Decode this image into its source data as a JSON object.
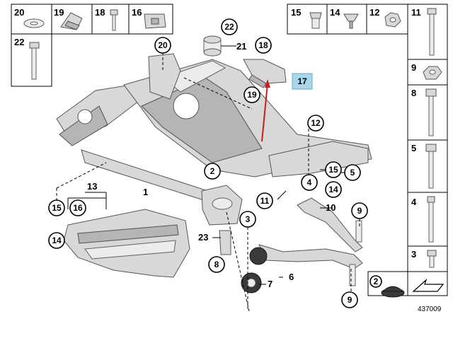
{
  "diagram_number": "437009",
  "top_strip_parts": [
    "20",
    "19",
    "18",
    "16"
  ],
  "top_right_strip_parts": [
    "15",
    "14",
    "12",
    "11"
  ],
  "right_column_parts": [
    "9",
    "8",
    "5",
    "4",
    "3"
  ],
  "left_box_part": "22",
  "bottom_right_part": "2",
  "highlighted_part": "17",
  "callouts": [
    "22",
    "21",
    "20",
    "18",
    "19",
    "12",
    "2",
    "15",
    "5",
    "13",
    "1",
    "4",
    "14",
    "11",
    "10",
    "9",
    "15",
    "16",
    "3",
    "14",
    "23",
    "6",
    "8",
    "7",
    "9"
  ]
}
